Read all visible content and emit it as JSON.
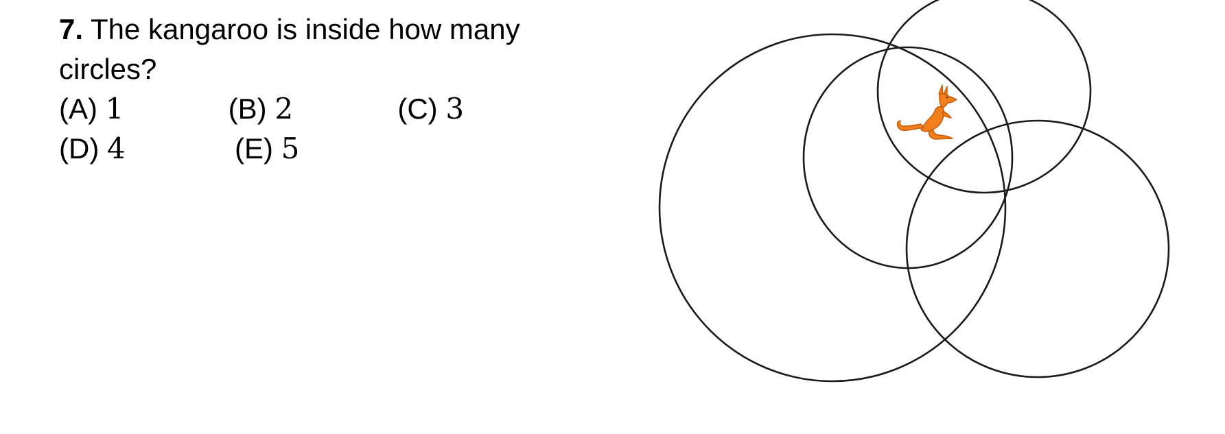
{
  "question": {
    "number": "7.",
    "text": "The kangaroo is inside how many circles?"
  },
  "options": [
    {
      "label": "(A)",
      "value": "1"
    },
    {
      "label": "(B)",
      "value": "2"
    },
    {
      "label": "(C)",
      "value": "3"
    },
    {
      "label": "(D)",
      "value": "4"
    },
    {
      "label": "(E)",
      "value": "5"
    }
  ],
  "figure": {
    "circle_count": 4,
    "kangaroo_color": "#F07F1C",
    "stroke_color": "#1a1a1a",
    "icon": "kangaroo-icon"
  }
}
